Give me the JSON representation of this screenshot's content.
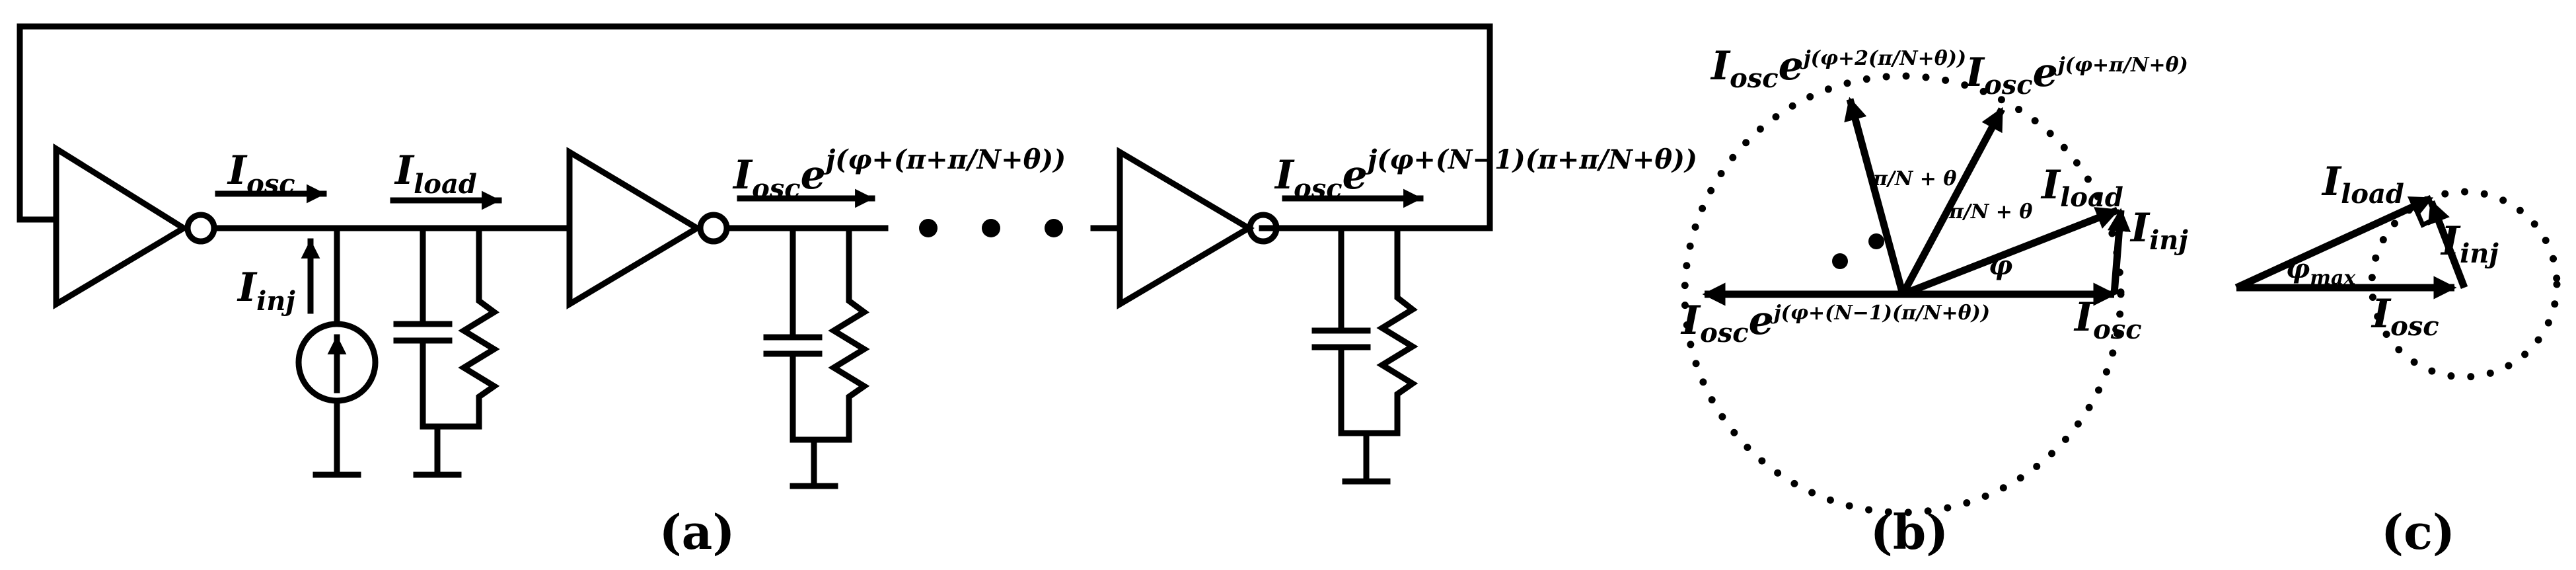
{
  "panels": {
    "a": {
      "caption": "(a)",
      "labels": {
        "i_osc": "I",
        "i_osc_sub": "osc",
        "i_load": "I",
        "i_load_sub": "load",
        "i_inj": "I",
        "i_inj_sub": "inj",
        "stage2_base": "I",
        "stage2_sub": "osc",
        "stage2_e": "e",
        "stage2_exp": "j(φ+(π+π/N+θ))",
        "stageN_base": "I",
        "stageN_sub": "osc",
        "stageN_e": "e",
        "stageN_exp": "j(φ+(N−1)(π+π/N+θ))"
      }
    },
    "b": {
      "caption": "(b)",
      "labels": {
        "top_left_base": "I",
        "top_left_sub": "osc",
        "top_left_e": "e",
        "top_left_exp": "j(φ+2(π/N+θ))",
        "top_right_base": "I",
        "top_right_sub": "osc",
        "top_right_e": "e",
        "top_right_exp": "j(φ+π/N+θ)",
        "angle1": "π/N + θ",
        "angle2": "π/N + θ",
        "phi": "φ",
        "i_load": "I",
        "i_load_sub": "load",
        "i_inj": "I",
        "i_inj_sub": "inj",
        "i_osc": "I",
        "i_osc_sub": "osc",
        "left_base": "I",
        "left_sub": "osc",
        "left_e": "e",
        "left_exp": "j(φ+(N−1)(π/N+θ))"
      }
    },
    "c": {
      "caption": "(c)",
      "labels": {
        "i_load": "I",
        "i_load_sub": "load",
        "i_inj": "I",
        "i_inj_sub": "inj",
        "i_osc": "I",
        "i_osc_sub": "osc",
        "phi_max": "φ",
        "phi_max_sub": "max"
      }
    }
  }
}
